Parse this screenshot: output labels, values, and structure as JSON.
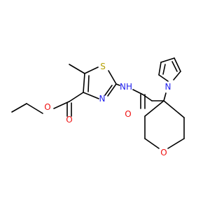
{
  "molecule": {
    "atoms": {
      "sulfur": "S",
      "ring_nitrogen": "N",
      "amide_nh": "NH",
      "amide_oxygen": "O",
      "ester_carbonyl_oxygen": "O",
      "ester_ether_oxygen": "O",
      "pyrrole_nitrogen": "N",
      "pyran_oxygen": "O"
    },
    "colors": {
      "sulfur": "#b5a000",
      "nitrogen": "#2222ee",
      "oxygen": "#ee1111",
      "bond": "#000000"
    }
  }
}
